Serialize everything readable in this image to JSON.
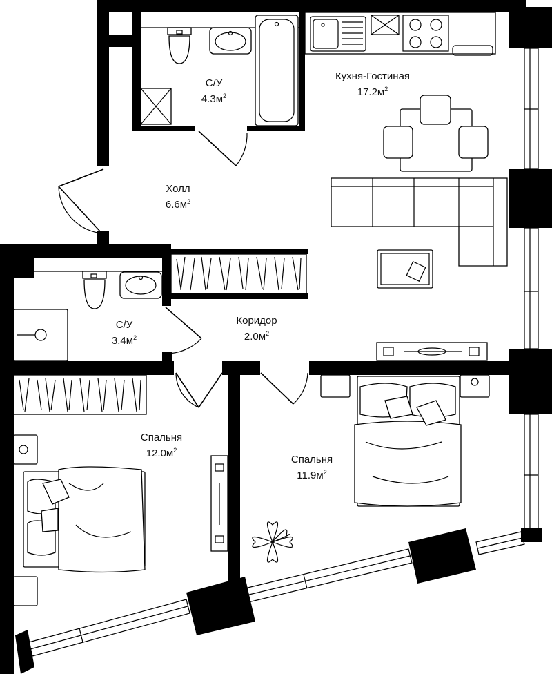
{
  "rooms": {
    "bath_top": {
      "name": "С/У",
      "area": "4.3м",
      "unit_sup": "2"
    },
    "kitchen_living": {
      "name": "Кухня-Гостиная",
      "area": "17.2м",
      "unit_sup": "2"
    },
    "hall": {
      "name": "Холл",
      "area": "6.6м",
      "unit_sup": "2"
    },
    "bath_left": {
      "name": "С/У",
      "area": "3.4м",
      "unit_sup": "2"
    },
    "corridor": {
      "name": "Коридор",
      "area": "2.0м",
      "unit_sup": "2"
    },
    "bedroom_left": {
      "name": "Спальня",
      "area": "12.0м",
      "unit_sup": "2"
    },
    "bedroom_right": {
      "name": "Спальня",
      "area": "11.9м",
      "unit_sup": "2"
    }
  },
  "colors": {
    "wall": "#000000",
    "line": "#000000",
    "background": "#ffffff"
  }
}
